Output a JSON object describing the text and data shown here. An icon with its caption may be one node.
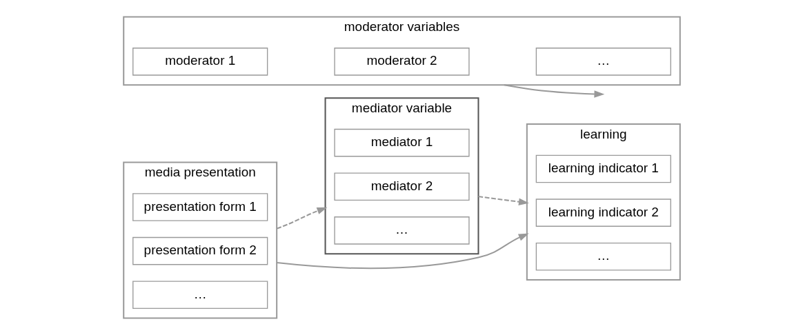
{
  "diagram": {
    "nodes": [
      {
        "text": [
          "media presentation"
        ]
      },
      {
        "text": [
          "presentation form 1"
        ],
        "in": 0
      },
      {
        "text": [
          "presentation form 2"
        ],
        "in": 0
      },
      {
        "text": [
          "…"
        ],
        "in": 0
      },
      {
        "text": [
          "mediator variable"
        ]
      },
      {
        "text": [
          "mediator 1"
        ],
        "in": 4
      },
      {
        "text": [
          "mediator 2"
        ],
        "in": 4
      },
      {
        "text": [
          "…"
        ],
        "in": 4
      },
      {
        "text": [
          "learning"
        ]
      },
      {
        "text": [
          "learning indicator 1"
        ],
        "in": 8
      },
      {
        "text": [
          "learning indicator 2"
        ],
        "in": 8
      },
      {
        "text": [
          "…"
        ],
        "in": 8
      },
      {
        "text": [
          "moderator variables"
        ]
      },
      {
        "text": [
          "moderator 1"
        ],
        "in": 12
      },
      {
        "text": [
          "moderator 2"
        ],
        "in": 12
      },
      {
        "text": [
          "…"
        ],
        "in": 12
      }
    ],
    "edges": [
      {
        "from": 0,
        "to": 4,
        "arrow": "to",
        "style": "dashed"
      },
      {
        "from": 4,
        "to": 8,
        "arrow": "to",
        "style": "dashed"
      },
      {
        "from": 0,
        "to": 8,
        "arrow": "to"
      },
      {
        "from": 12,
        "to": null,
        "arrow": "to"
      }
    ]
  }
}
